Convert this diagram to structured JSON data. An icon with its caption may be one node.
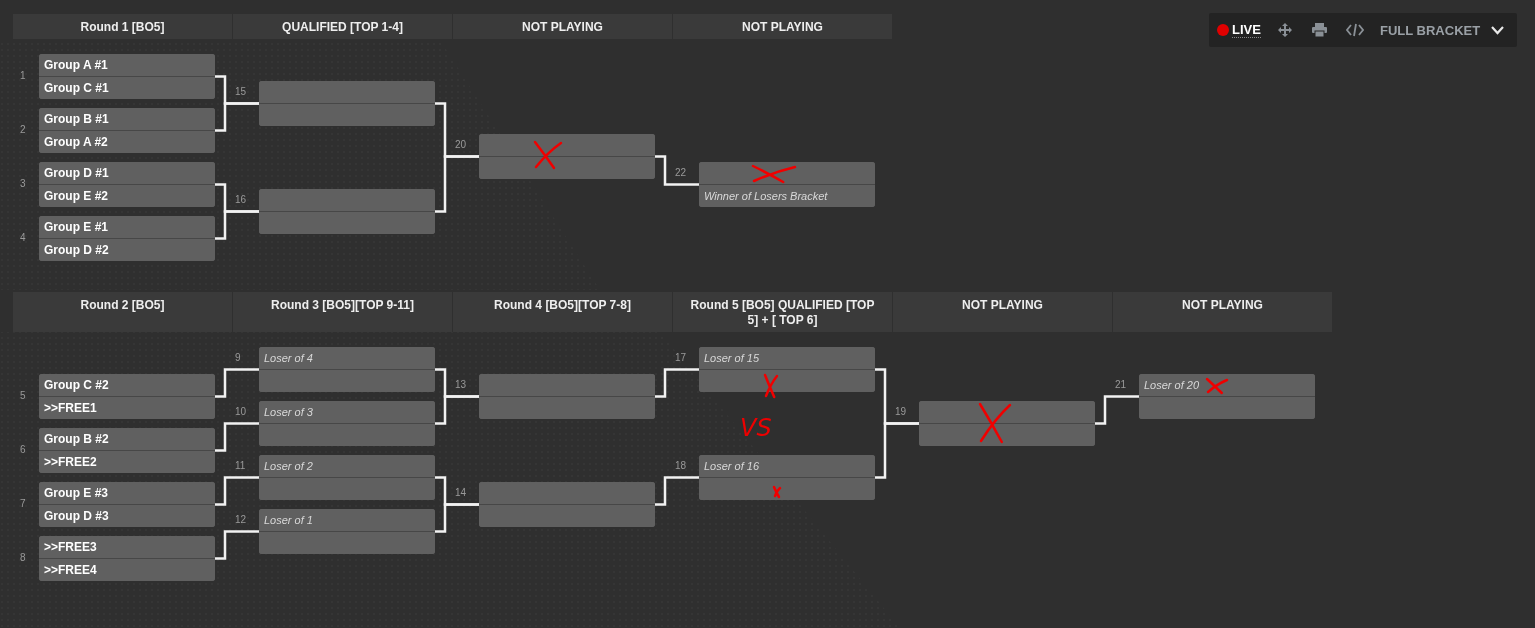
{
  "diagram": {
    "nodes": [
      {
        "text": [
          "Group A #1",
          "Group C #1"
        ],
        "beside": [
          "1"
        ]
      },
      {
        "text": [
          "Group B #1",
          "Group A #2"
        ],
        "beside": [
          "2"
        ]
      },
      {
        "text": [
          "Group D #1",
          "Group E #2"
        ],
        "beside": [
          "3"
        ]
      },
      {
        "text": [
          "Group E #1",
          "Group D #2"
        ],
        "beside": [
          "4"
        ]
      },
      {
        "text": [],
        "shape": "box",
        "beside": [
          "15"
        ]
      },
      {
        "text": [],
        "shape": "box",
        "beside": [
          "16"
        ]
      },
      {
        "text": [],
        "shape": "box",
        "beside": [
          "20"
        ]
      },
      {
        "text": [
          "Winner of Losers Bracket"
        ],
        "beside": [
          "22"
        ]
      },
      {
        "text": [
          "Group C #2",
          ">>FREE1"
        ],
        "beside": [
          "5"
        ]
      },
      {
        "text": [
          "Group B #2",
          ">>FREE2"
        ],
        "beside": [
          "6"
        ]
      },
      {
        "text": [
          "Group E #3",
          "Group D #3"
        ],
        "beside": [
          "7"
        ]
      },
      {
        "text": [
          ">>FREE3",
          ">>FREE4"
        ],
        "beside": [
          "8"
        ]
      },
      {
        "text": [
          "Loser of 4"
        ],
        "beside": [
          "9"
        ]
      },
      {
        "text": [
          "Loser of 3"
        ],
        "beside": [
          "10"
        ]
      },
      {
        "text": [
          "Loser of 2"
        ],
        "beside": [
          "11"
        ]
      },
      {
        "text": [
          "Loser of 1"
        ],
        "beside": [
          "12"
        ]
      },
      {
        "text": [],
        "shape": "box",
        "beside": [
          "13"
        ]
      },
      {
        "text": [],
        "shape": "box",
        "beside": [
          "14"
        ]
      },
      {
        "text": [
          "Loser of 15"
        ],
        "beside": [
          "17"
        ]
      },
      {
        "text": [
          "Loser of 16"
        ],
        "beside": [
          "18"
        ]
      },
      {
        "text": [],
        "shape": "box",
        "beside": [
          "19"
        ]
      },
      {
        "text": [
          "Loser of 20"
        ],
        "beside": [
          "21"
        ]
      }
    ],
    "edges": [
      {
        "from": 0,
        "to": 4,
        "arrow": "none"
      },
      {
        "from": 1,
        "to": 4,
        "arrow": "none"
      },
      {
        "from": 2,
        "to": 5,
        "arrow": "none"
      },
      {
        "from": 3,
        "to": 5,
        "arrow": "none"
      },
      {
        "from": 4,
        "to": 6,
        "arrow": "none"
      },
      {
        "from": 5,
        "to": 6,
        "arrow": "none"
      },
      {
        "from": 6,
        "to": 7,
        "arrow": "none"
      },
      {
        "from": 8,
        "to": 12,
        "arrow": "none"
      },
      {
        "from": 9,
        "to": 13,
        "arrow": "none"
      },
      {
        "from": 10,
        "to": 14,
        "arrow": "none"
      },
      {
        "from": 11,
        "to": 15,
        "arrow": "none"
      },
      {
        "from": 12,
        "to": 16,
        "arrow": "none"
      },
      {
        "from": 13,
        "to": 16,
        "arrow": "none"
      },
      {
        "from": 14,
        "to": 17,
        "arrow": "none"
      },
      {
        "from": 15,
        "to": 17,
        "arrow": "none"
      },
      {
        "from": 16,
        "to": 18,
        "arrow": "none"
      },
      {
        "from": 17,
        "to": 19,
        "arrow": "none"
      },
      {
        "from": 18,
        "to": 20,
        "arrow": "none"
      },
      {
        "from": 19,
        "to": 20,
        "arrow": "none"
      },
      {
        "from": 20,
        "to": 21,
        "arrow": "none"
      }
    ],
    "labels": [
      "Round 1 [BO5]",
      "QUALIFIED [TOP 1-4]",
      "NOT PLAYING",
      "NOT PLAYING",
      "LIVE",
      "FULL BRACKET",
      "Round 2 [BO5]",
      "Round 3 [BO5][TOP 9-11]",
      "Round 4 [BO5][TOP 7-8]",
      "Round 5 [BO5] QUALIFIED [TOP 5] + [ TOP 6]",
      "NOT PLAYING",
      "NOT PLAYING",
      "VS"
    ]
  }
}
